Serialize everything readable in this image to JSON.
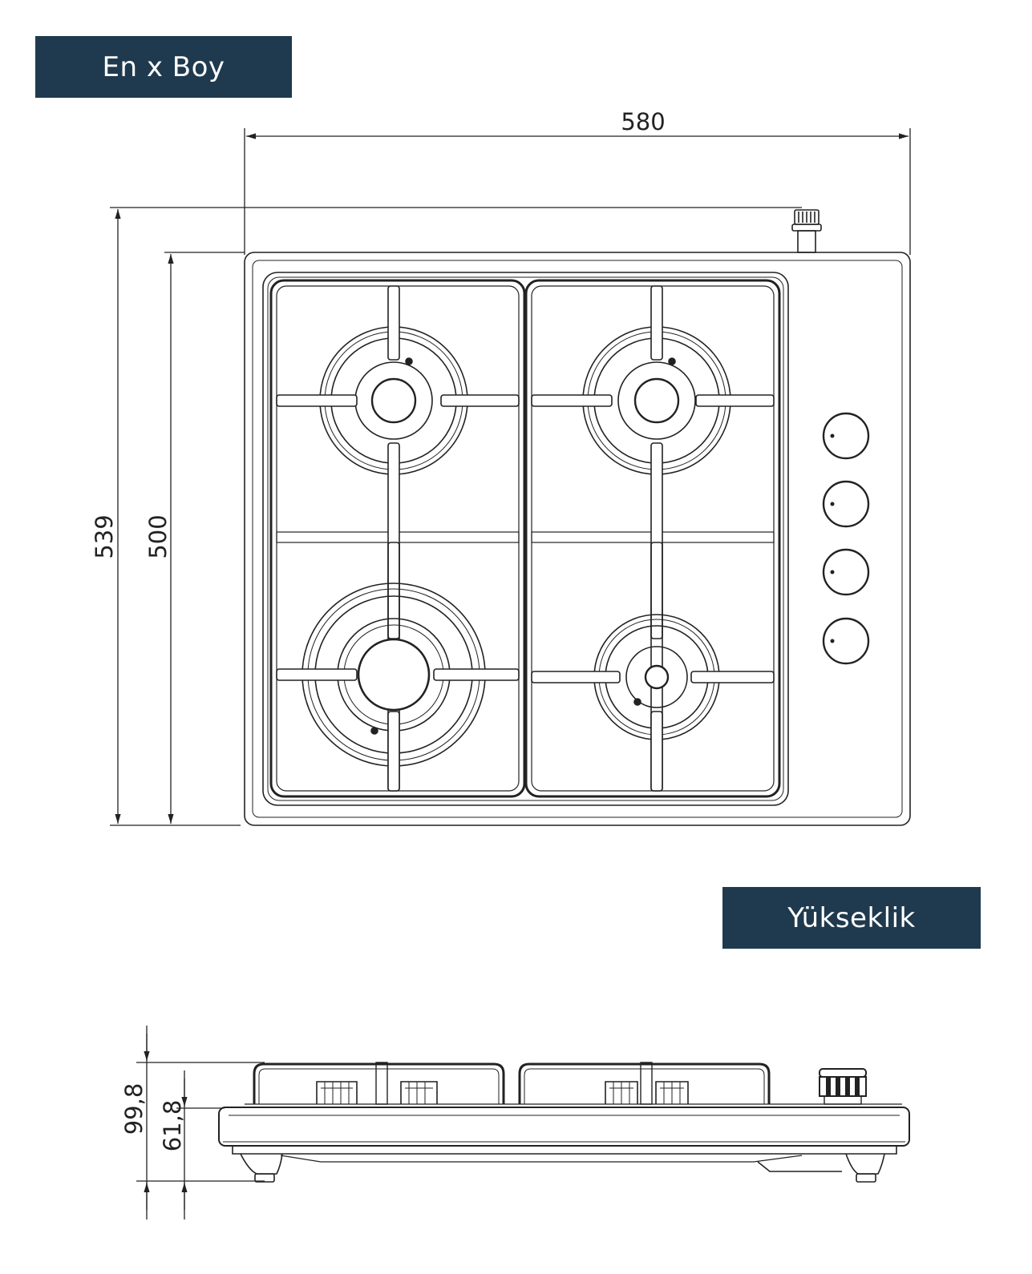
{
  "labels": {
    "plan_view": "En x Boy",
    "side_view": "Yükseklik"
  },
  "dimensions": {
    "width": "580",
    "depth_total": "539",
    "depth_body": "500",
    "height_total": "99,8",
    "height_body": "61,8"
  }
}
